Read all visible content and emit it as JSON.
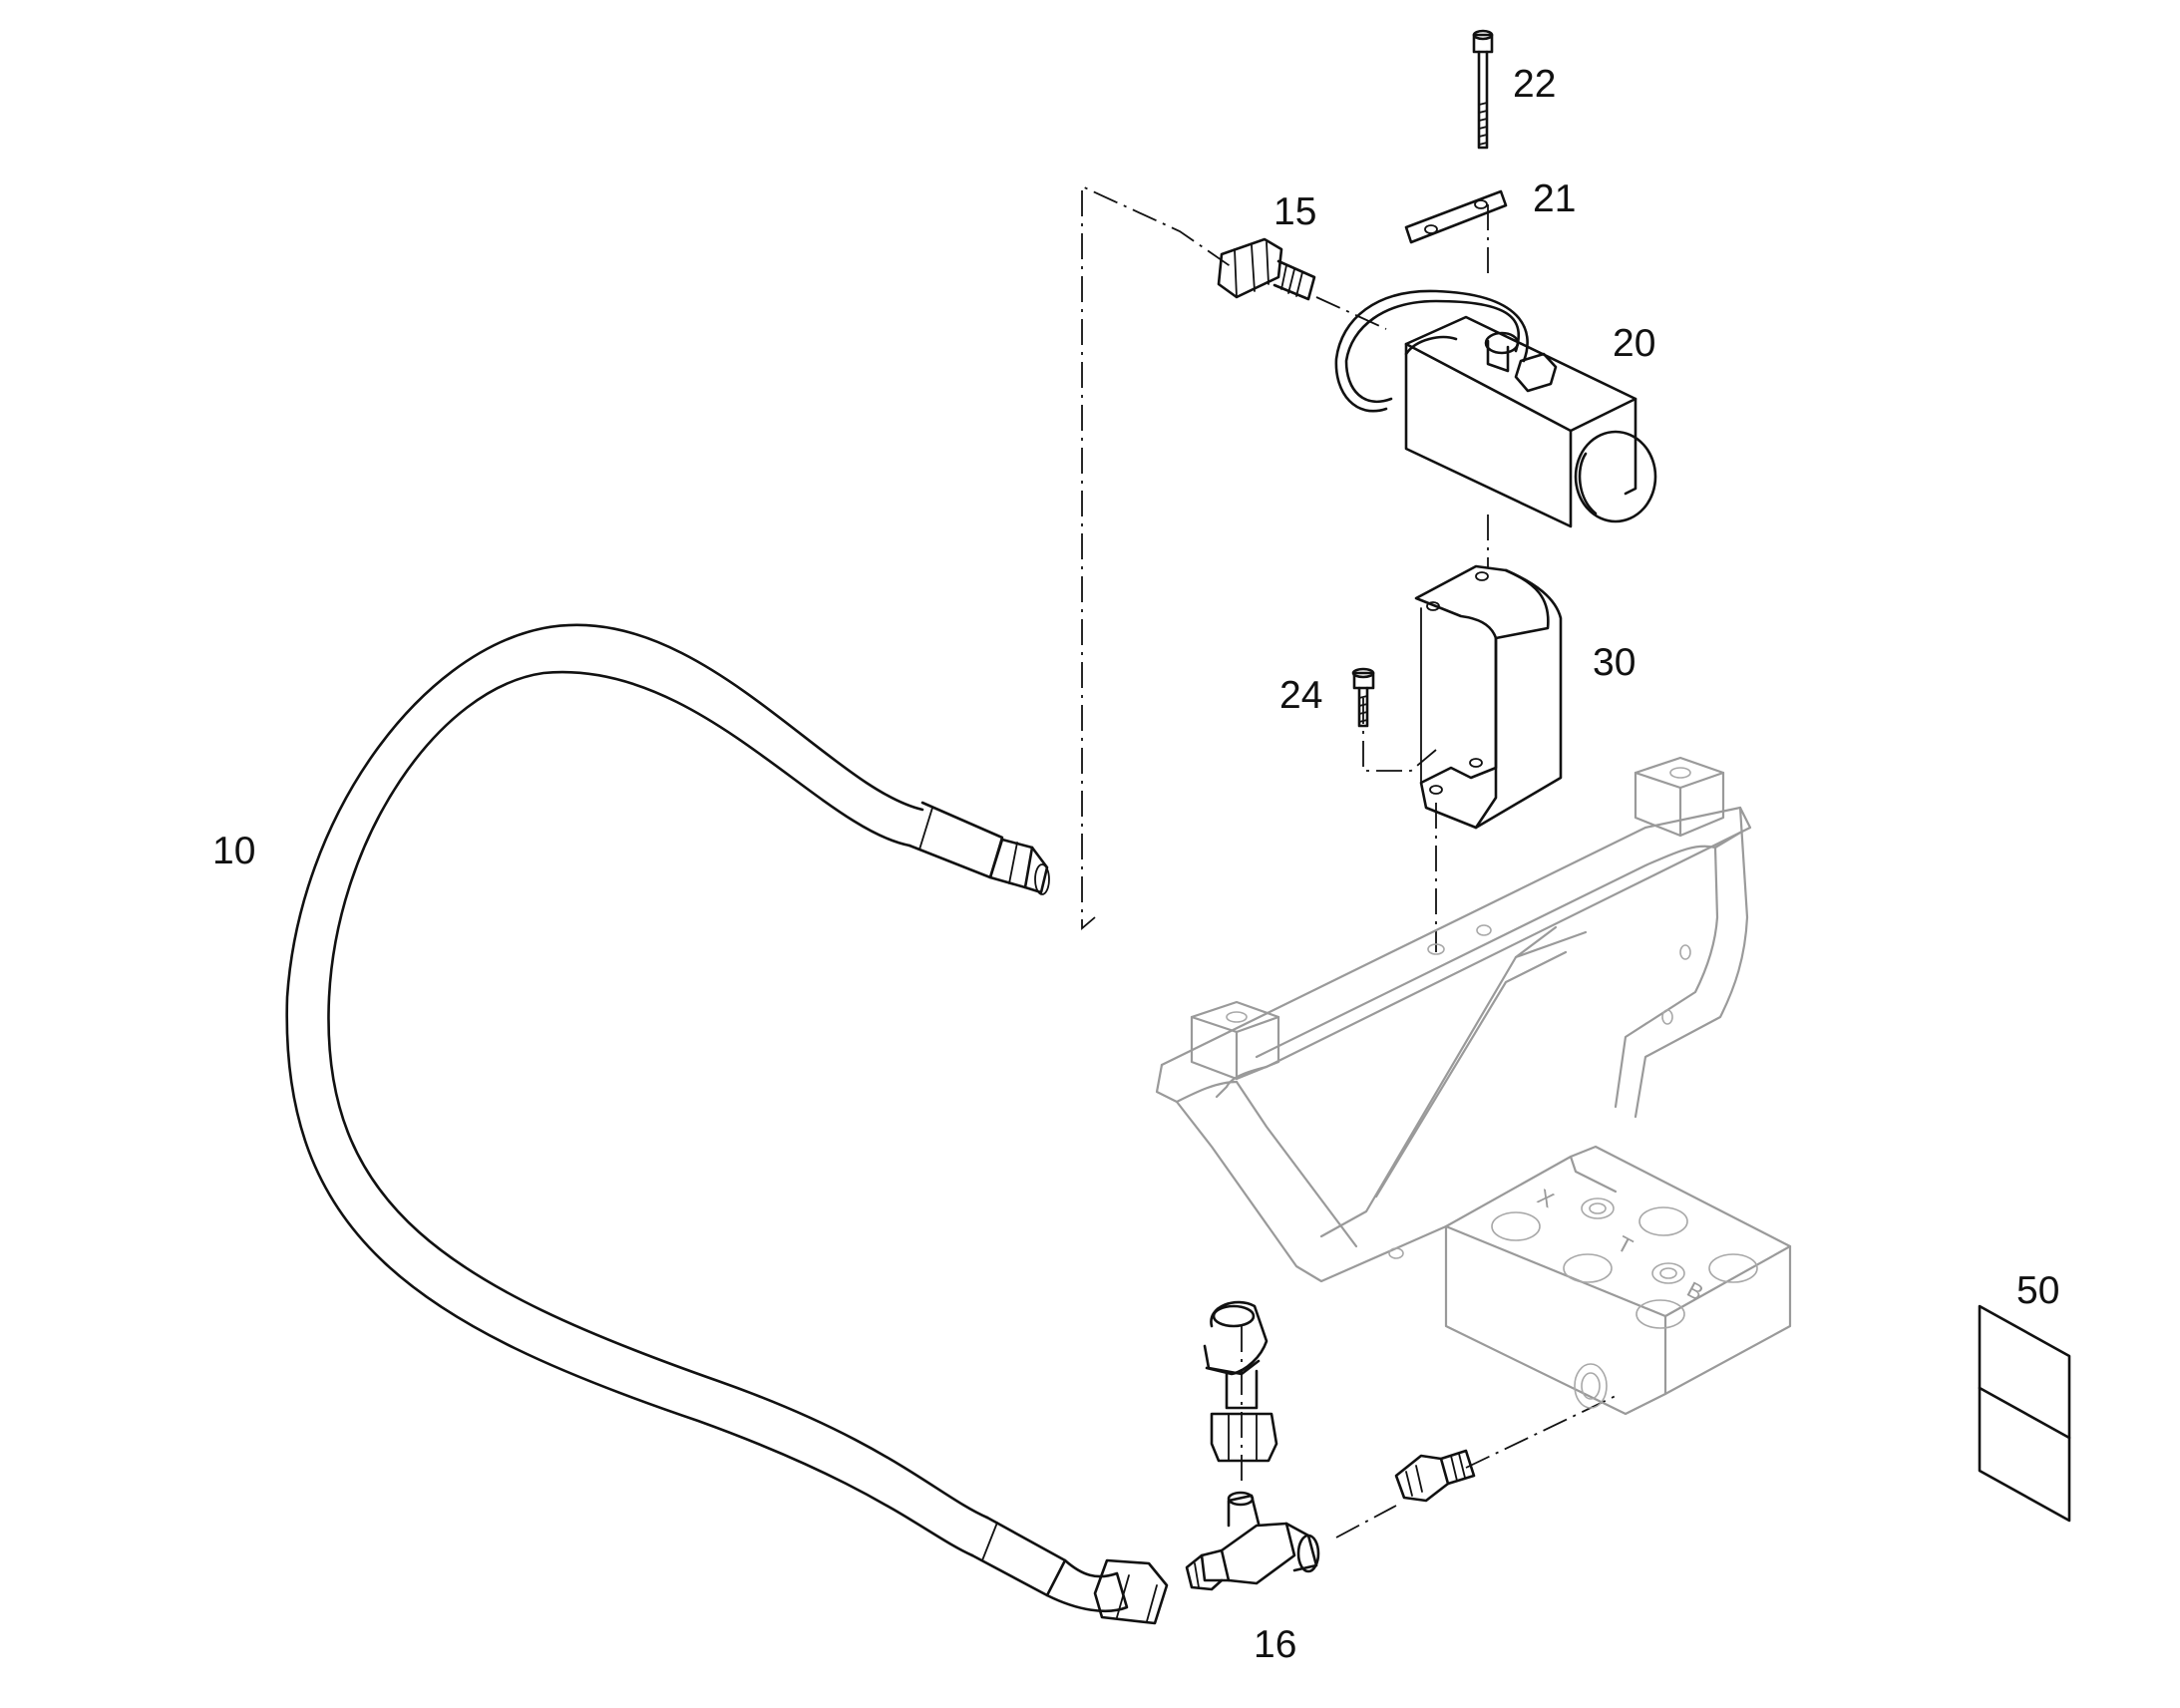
{
  "diagram": {
    "callouts": {
      "c10": "10",
      "c15": "15",
      "c16": "16",
      "c20": "20",
      "c21": "21",
      "c22": "22",
      "c24": "24",
      "c30": "30",
      "c50": "50"
    },
    "port_marks": {
      "x": "X",
      "t": "T",
      "b": "B"
    }
  }
}
